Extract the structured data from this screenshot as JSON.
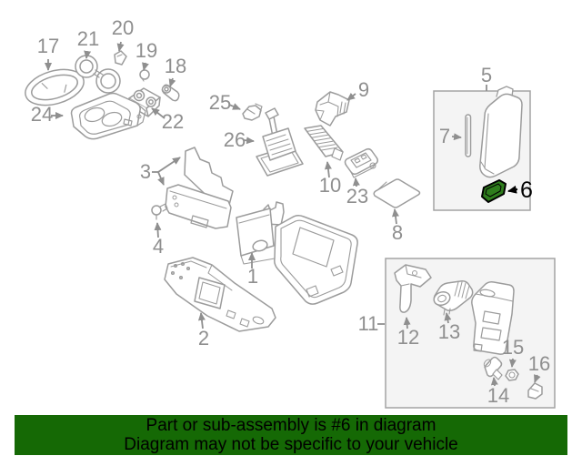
{
  "diagram": {
    "callouts": [
      {
        "label": "1"
      },
      {
        "label": "2"
      },
      {
        "label": "3"
      },
      {
        "label": "4"
      },
      {
        "label": "5"
      },
      {
        "label": "6"
      },
      {
        "label": "7"
      },
      {
        "label": "8"
      },
      {
        "label": "9"
      },
      {
        "label": "10"
      },
      {
        "label": "11"
      },
      {
        "label": "12"
      },
      {
        "label": "13"
      },
      {
        "label": "14"
      },
      {
        "label": "15"
      },
      {
        "label": "16"
      },
      {
        "label": "17"
      },
      {
        "label": "18"
      },
      {
        "label": "19"
      },
      {
        "label": "20"
      },
      {
        "label": "21"
      },
      {
        "label": "22"
      },
      {
        "label": "23"
      },
      {
        "label": "24"
      },
      {
        "label": "25"
      },
      {
        "label": "26"
      }
    ],
    "highlighted_callout": {
      "label": "6",
      "part_fill": "#2e7d1c",
      "label_color": "#000000"
    },
    "colors": {
      "background": "#ffffff",
      "line_art": "#9c9c9c",
      "callout_label": "#8f8f8f",
      "sub_box_fill": "#f4f4f4",
      "sub_box_stroke": "#a3a3a3"
    }
  },
  "banner": {
    "line1": "Part or sub-assembly is #6 in diagram",
    "line2": "Diagram may not be specific to your vehicle",
    "background": "#156905",
    "text_color": "#000000"
  }
}
